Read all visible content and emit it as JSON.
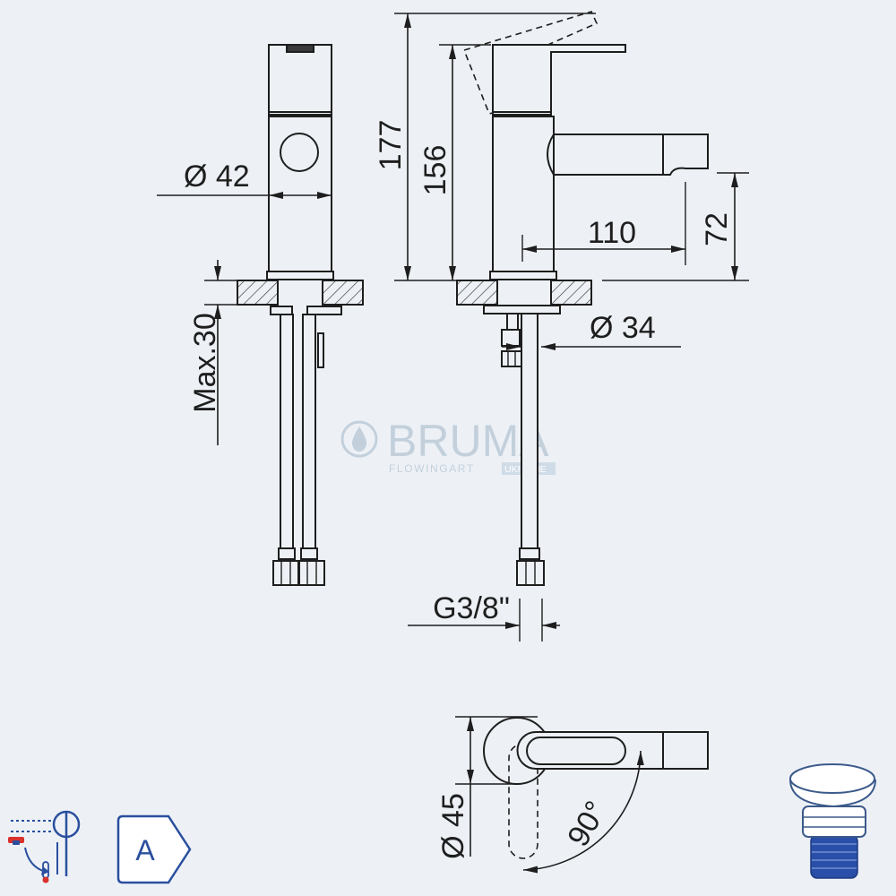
{
  "drawing": {
    "front_view": {
      "diameter_label": "Ø 42",
      "deck_thickness_label": "Max.30"
    },
    "side_view": {
      "overall_height_label": "177",
      "spout_height_label": "156",
      "spout_reach_label": "110",
      "spout_clearance_label": "72",
      "hole_diameter_label": "Ø 34",
      "connection_thread_label": "G3/8\""
    },
    "top_view": {
      "base_diameter_label": "Ø 45",
      "lever_rotation_label": "90°"
    }
  },
  "watermark": {
    "brand": "BRUMA",
    "tagline": "FLOWINGART",
    "tag": "UKRAINE"
  },
  "badges": {
    "energy_class": "A"
  },
  "icons": {
    "mixer": "single-lever-mixer-icon",
    "energy": "energy-class-badge-icon",
    "drain": "pop-up-drain-icon",
    "logo": "water-drop-icon"
  },
  "colors": {
    "background": "#edf1f6",
    "line": "#1e1e1e",
    "accent_blue": "#2a4f9e",
    "accent_red": "#d8322c",
    "watermark": "#c3d0dc"
  }
}
